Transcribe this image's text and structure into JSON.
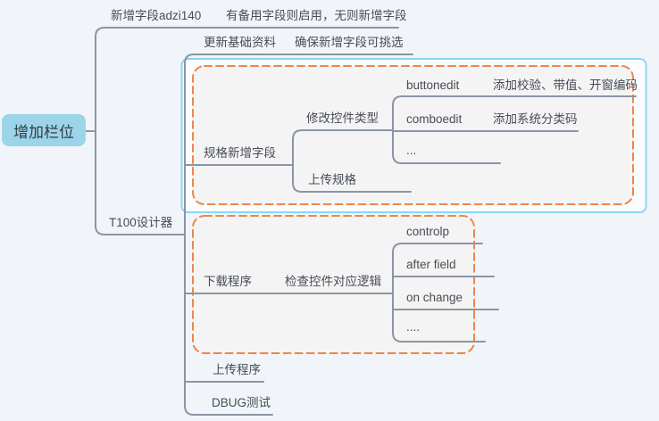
{
  "map": {
    "root_label": "增加栏位",
    "new_field": {
      "label": "新增字段adzi140",
      "note": "有备用字段则启用，无则新增字段"
    },
    "t100": {
      "label": "T100设计器",
      "update_base": {
        "label": "更新基础资料",
        "note": "确保新增字段可挑选"
      },
      "spec": {
        "label": "规格新增字段",
        "modify_control": {
          "label": "修改控件类型"
        },
        "controls": [
          {
            "label": "buttonedit",
            "note": "添加校验、带值、开窗编码"
          },
          {
            "label": "comboedit",
            "note": "添加系统分类码"
          },
          {
            "label": "..."
          }
        ],
        "upload_spec": {
          "label": "上传规格"
        }
      },
      "download": {
        "label": "下载程序",
        "check_logic": {
          "label": "检查控件对应逻辑"
        },
        "hooks": [
          {
            "label": "controlp"
          },
          {
            "label": "after field"
          },
          {
            "label": "on change"
          },
          {
            "label": "...."
          }
        ]
      },
      "upload_program": {
        "label": "上传程序"
      },
      "dbug": {
        "label": "DBUG测试"
      }
    }
  },
  "colors": {
    "bg": "#f1f5fa",
    "line": "#8b95a4",
    "node_text": "#474d55",
    "root_fill": "#9cd5e9",
    "root_text": "#353b42",
    "boundary_blue": "#89d6f3",
    "boundary_blue_fill": "#fbfcfd",
    "boundary_orange": "#f0854a",
    "boundary_orange_fill": "#f4f4f5"
  }
}
